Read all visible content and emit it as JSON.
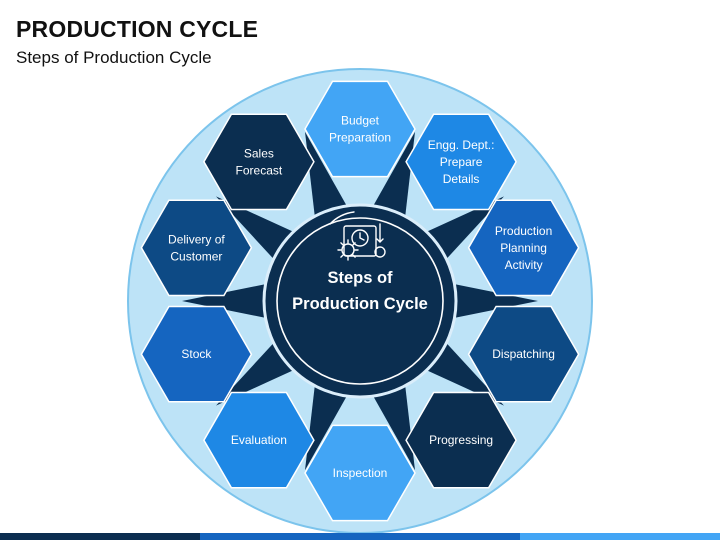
{
  "title": "PRODUCTION CYCLE",
  "subtitle": "Steps of Production Cycle",
  "center": {
    "lines": [
      "Steps of",
      "Production Cycle"
    ],
    "icon": "gear-clock-process-icon"
  },
  "steps": [
    {
      "lines": [
        "Budget",
        "Preparation"
      ],
      "color": "#42a5f5"
    },
    {
      "lines": [
        "Engg. Dept.:",
        "Prepare",
        "Details"
      ],
      "color": "#1e88e5"
    },
    {
      "lines": [
        "Production",
        "Planning",
        "Activity"
      ],
      "color": "#1565c0"
    },
    {
      "lines": [
        "Dispatching"
      ],
      "color": "#0d4a85"
    },
    {
      "lines": [
        "Progressing"
      ],
      "color": "#0b2e50"
    },
    {
      "lines": [
        "Inspection"
      ],
      "color": "#42a5f5"
    },
    {
      "lines": [
        "Evaluation"
      ],
      "color": "#1e88e5"
    },
    {
      "lines": [
        "Stock"
      ],
      "color": "#1565c0"
    },
    {
      "lines": [
        "Delivery of",
        "Customer"
      ],
      "color": "#0d4a85"
    },
    {
      "lines": [
        "Sales",
        "Forecast"
      ],
      "color": "#0b2e50"
    }
  ],
  "colors": {
    "outer_ring": "#bde3f7",
    "outer_ring_stroke": "#7cc4ec",
    "hub": "#0b2e50",
    "star": "#0b2e50",
    "footer": [
      "#0b2e50",
      "#1565c0",
      "#42a5f5"
    ]
  }
}
